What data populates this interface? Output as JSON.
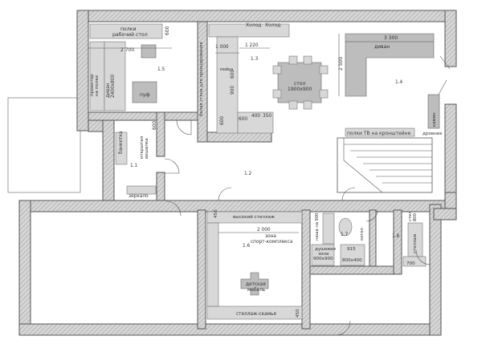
{
  "labels": {
    "desk": "полки\nрабочий стол",
    "dim_600_a": "600",
    "dim_2700": "2 700",
    "projector": "проектор\nна полке",
    "sofa_small": "диван\n2400x800",
    "pouf": "пуф",
    "room_15": "1.5",
    "wall_text": "белая стена для проецирования",
    "fridge": "Холод",
    "fridge2": "Холод",
    "dim_1000": "1 000",
    "dim_1220": "1 220",
    "room_13": "1.3",
    "table": "стол\n1900х900",
    "sink": "мойка",
    "dim_600_b": "600",
    "dim_900": "900",
    "dim_600_c": "600",
    "dim_600_d": "600",
    "dim_400": "400",
    "dim_350": "350",
    "dim_3300": "3 300",
    "sofa": "диван",
    "dim_2500": "2 500",
    "room_14": "1.4",
    "fireplace": "камин",
    "tv_shelves": "полки ТВ на кронштейне",
    "firewood": "дровник",
    "bench": "банкетка",
    "open_wardrobe": "открытая\nвешалка",
    "dim_600_e": "600",
    "room_11": "1.1",
    "room_12": "1.2",
    "mirror": "зеркало",
    "high_rack": "высокий стеллаж",
    "dim_450_a": "450",
    "dim_2000": "2 000",
    "sport_zone": "зона\nспорт-комплекса",
    "room_16": "1.6",
    "kids_furniture": "детская\nмебель",
    "rack_bench": "стеллаж-скамья",
    "dim_450_b": "450",
    "shower_shelf": "ниша на 900",
    "room_17": "1.7",
    "heater": "котел",
    "shower": "душевая\nзона\n900х900",
    "dim_915": "915",
    "dim_800x400": "800х400",
    "room_18": "1.8",
    "rack_800": "стел\n800",
    "rack": "стеллаж",
    "dim_700": "700"
  }
}
